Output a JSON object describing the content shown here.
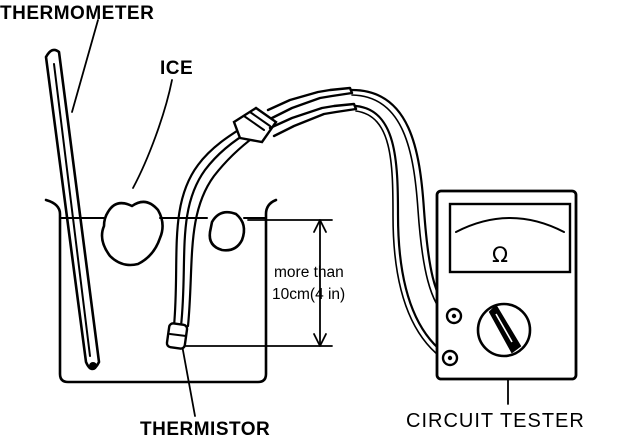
{
  "labels": {
    "thermometer": "THERMOMETER",
    "ice": "ICE",
    "depth_line1": "more than",
    "depth_line2": "10cm(4 in)",
    "thermistor": "THERMISTOR",
    "circuit_tester": "CIRCUIT TESTER",
    "ohm_symbol": "Ω"
  }
}
